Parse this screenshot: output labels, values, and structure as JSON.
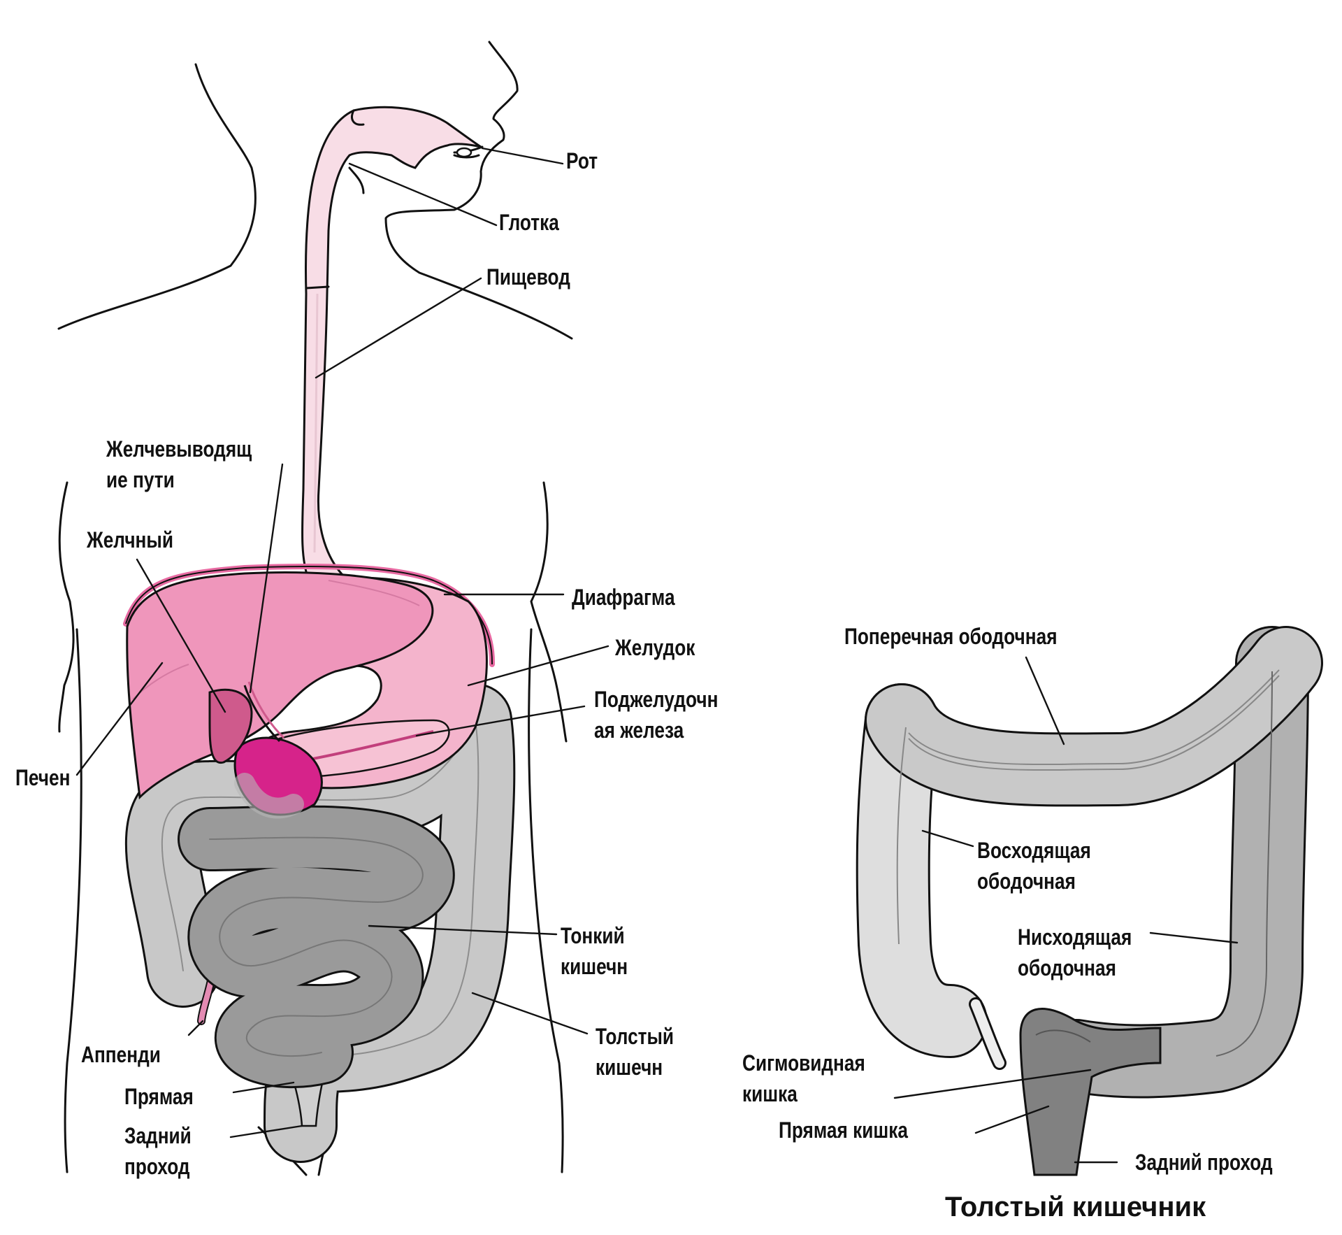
{
  "colors": {
    "upper_tract": "#f8dde6",
    "liver": "#ef96bb",
    "stomach": "#f4b4cc",
    "pancreas": "#f6c2d4",
    "gallbladder": "#cf5a8c",
    "duodenum_core": "#d6238a",
    "small_intestine": "#9a9a9a",
    "large_intestine": "#c8c8c8",
    "ascending_colon": "#dedede",
    "descending_colon": "#b1b1b1",
    "sigmoid": "#818181",
    "outline": "#111111"
  },
  "labels": {
    "mouth": "Рот",
    "pharynx": "Глотка",
    "esophagus": "Пищевод",
    "bile_ducts_1": "Желчевыводящ",
    "bile_ducts_2": "ие пути",
    "gallbladder": "Желчный",
    "diaphragm": "Диафрагма",
    "stomach": "Желудок",
    "pancreas_1": "Поджелудочн",
    "pancreas_2": "ая железа",
    "liver": "Печен",
    "small_intestine_1": "Тонкий",
    "small_intestine_2": "кишечн",
    "large_intestine_1": "Толстый",
    "large_intestine_2": "кишечн",
    "appendix": "Аппенди",
    "rectum": "Прямая",
    "anus_1": "Задний",
    "anus_2": "проход"
  },
  "colon_detail": {
    "title": "Толстый кишечник",
    "transverse": "Поперечная ободочная",
    "ascending_1": "Восходящая",
    "ascending_2": "ободочная",
    "descending_1": "Нисходящая",
    "descending_2": "ободочная",
    "sigmoid_1": "Сигмовидная",
    "sigmoid_2": "кишка",
    "rectum": "Прямая кишка",
    "anus": "Задний проход"
  }
}
